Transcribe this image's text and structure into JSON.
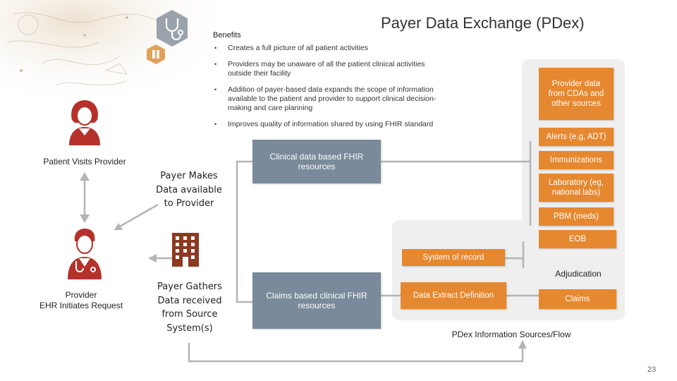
{
  "title": "Payer Data Exchange (PDex)",
  "benefits": {
    "heading": "Benefits",
    "items": [
      "Creates a full picture of all patient activities",
      "Providers may be unaware of all the patient clinical activities outside their facility",
      "Addition of payer-based data expands the scope of information available to the patient and provider to support clinical decision-making and care planning",
      "Improves quality of information shared by using FHIR standard"
    ]
  },
  "left": {
    "patient_label": "Patient Visits Provider",
    "provider_label_line1": "Provider",
    "provider_label_line2": "EHR Initiates Request",
    "payer_makes": "Payer Makes Data available to Provider",
    "payer_gathers": "Payer Gathers Data received from Source System(s)"
  },
  "center": {
    "clinical_fhir": "Clinical data based FHIR resources",
    "claims_fhir": "Claims based clinical FHIR resources"
  },
  "sources": {
    "provider_data": "Provider data from CDAs and other sources",
    "alerts": "Alerts (e.g, ADT)",
    "immunizations": "Immunizations",
    "laboratory": "Laboratory (eg, national labs)",
    "pbm": "PBM (meds)",
    "eob": "EOB",
    "system_of_record": "System of record",
    "adjudication": "Adjudication",
    "data_extract": "Data Extract Definition",
    "claims": "Claims"
  },
  "caption": "PDex Information Sources/Flow",
  "page_number": "23",
  "colors": {
    "orange": "#e6882f",
    "gray": "#7a8a9a",
    "panel": "#efefef",
    "person": "#b5312a"
  },
  "icons": [
    "stethoscope-icon",
    "medical-chart-icon",
    "patient-icon",
    "doctor-icon",
    "hospital-building-icon"
  ]
}
